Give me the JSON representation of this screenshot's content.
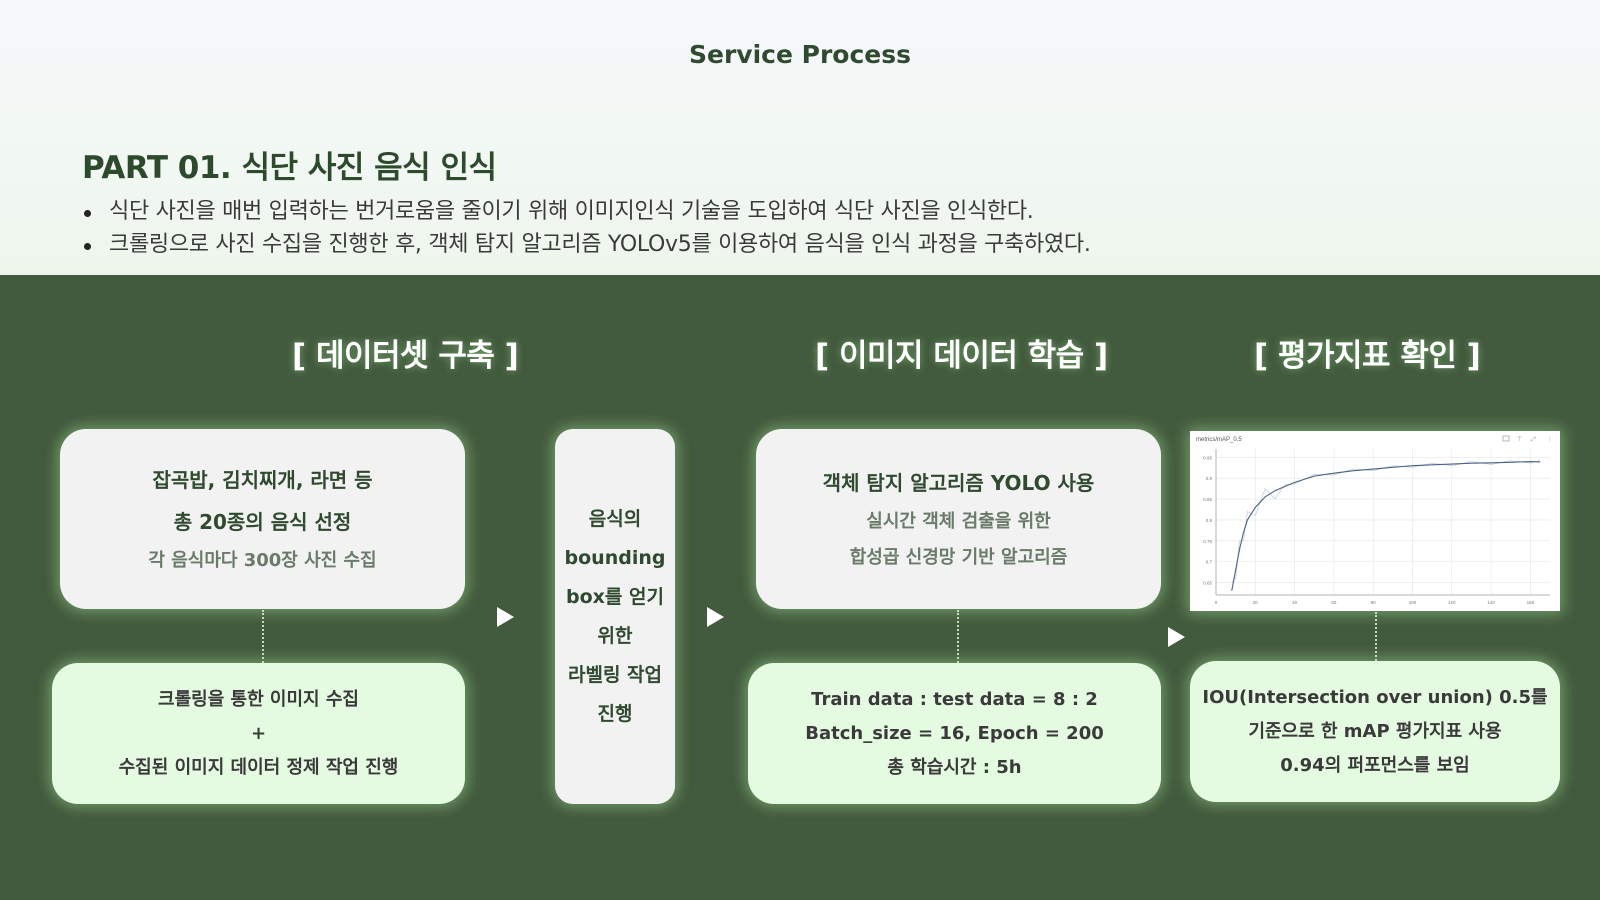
{
  "header": {
    "slide_title": "Service Process",
    "part_title": "PART 01. 식단 사진 음식 인식",
    "bullets": [
      "식단 사진을 매번 입력하는 번거로움을 줄이기 위해 이미지인식 기술을 도입하여 식단 사진을 인식한다.",
      "크롤링으로 사진 수집을 진행한 후, 객체 탐지 알고리즘 YOLOv5를 이용하여 음식을 인식 과정을 구축하였다."
    ]
  },
  "sections": {
    "dataset_title": "[ 데이터셋 구축 ]",
    "training_title": "[ 이미지 데이터 학습 ]",
    "evaluation_title": "[  평가지표 확인 ]"
  },
  "dataset": {
    "card_top": {
      "line1": "잡곡밥, 김치찌개, 라면 등",
      "line2": "총 20종의 음식 선정",
      "line3": "각 음식마다 300장 사진 수집"
    },
    "card_bottom": {
      "line1": "크롤링을 통한 이미지 수집",
      "line2": "+",
      "line3": "수집된 이미지 데이터 정제 작업 진행"
    }
  },
  "labeling": {
    "lines": [
      "음식의",
      "bounding",
      "box를 얻기",
      "위한",
      "라벨링 작업",
      "진행"
    ]
  },
  "training": {
    "card_top": {
      "line1": "객체 탐지 알고리즘 YOLO 사용",
      "line2": "실시간 객체 검출을 위한",
      "line3": "합성곱 신경망 기반 알고리즘"
    },
    "card_bottom": {
      "line1": "Train data : test data = 8 : 2",
      "line2": "Batch_size = 16, Epoch = 200",
      "line3": "총 학습시간 : 5h"
    }
  },
  "evaluation": {
    "card_bottom": {
      "line1": "IOU(Intersection over union) 0.5를",
      "line2": "기준으로 한 mAP 평가지표 사용",
      "line3": "0.94의 퍼포먼스를 보임"
    }
  },
  "colors": {
    "dark_green_bg": "#425a3d",
    "card_gray": "#f2f2f2",
    "card_green": "#e5fbe1",
    "title_green": "#2f4a2f"
  },
  "icons": [
    "play-arrow-icon"
  ],
  "chart_data": {
    "type": "line",
    "title": "metrics/mAP_0.5",
    "xlabel": "",
    "ylabel": "",
    "x_ticks": [
      "0",
      "20",
      "40",
      "60",
      "80",
      "100",
      "120",
      "140",
      "160"
    ],
    "y_ticks": [
      "0.65",
      "0.7",
      "0.75",
      "0.8",
      "0.85",
      "0.9",
      "0.95"
    ],
    "xlim": [
      0,
      170
    ],
    "ylim": [
      0.62,
      0.97
    ],
    "grid": true,
    "series": [
      {
        "x": [
          8,
          10,
          12,
          14,
          16,
          20,
          25,
          30,
          35,
          40,
          50,
          60,
          70,
          80,
          90,
          100,
          110,
          120,
          130,
          140,
          150,
          160,
          165
        ],
        "values": [
          0.63,
          0.68,
          0.73,
          0.77,
          0.8,
          0.83,
          0.855,
          0.87,
          0.88,
          0.89,
          0.905,
          0.912,
          0.918,
          0.922,
          0.926,
          0.93,
          0.932,
          0.934,
          0.936,
          0.937,
          0.938,
          0.94,
          0.939
        ]
      }
    ]
  }
}
